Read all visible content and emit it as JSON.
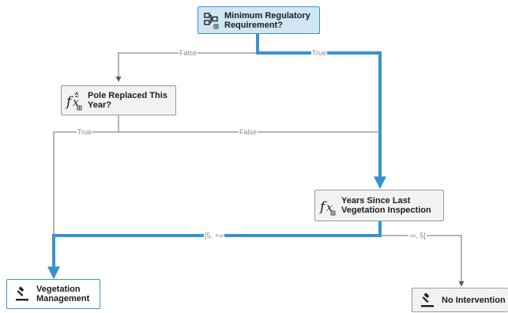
{
  "nodes": {
    "root": {
      "label_line1": "Minimum Regulatory",
      "label_line2": "Requirement?",
      "icon": "decision-tree-icon"
    },
    "pole": {
      "label_line1": "Pole Replaced This",
      "label_line2": "Year?",
      "icon": "function-icon"
    },
    "years": {
      "label_line1": "Years Since Last",
      "label_line2": "Vegetation Inspection",
      "icon": "function-icon"
    },
    "veg": {
      "label_line1": "Vegetation",
      "label_line2": "Management",
      "icon": "gavel-icon"
    },
    "noint": {
      "label": "No Intervention",
      "icon": "gavel-icon"
    }
  },
  "edges": {
    "root_false": "False",
    "root_true": "True",
    "pole_true": "True",
    "pole_false": "False",
    "years_high": "[5, +∞",
    "years_low": "-∞, 5["
  },
  "colors": {
    "active_path": "#3a93cf",
    "inactive_path": "#6e6e6e",
    "active_node_fill": "#cfe6f3",
    "node_fill": "#f2f2f2"
  }
}
